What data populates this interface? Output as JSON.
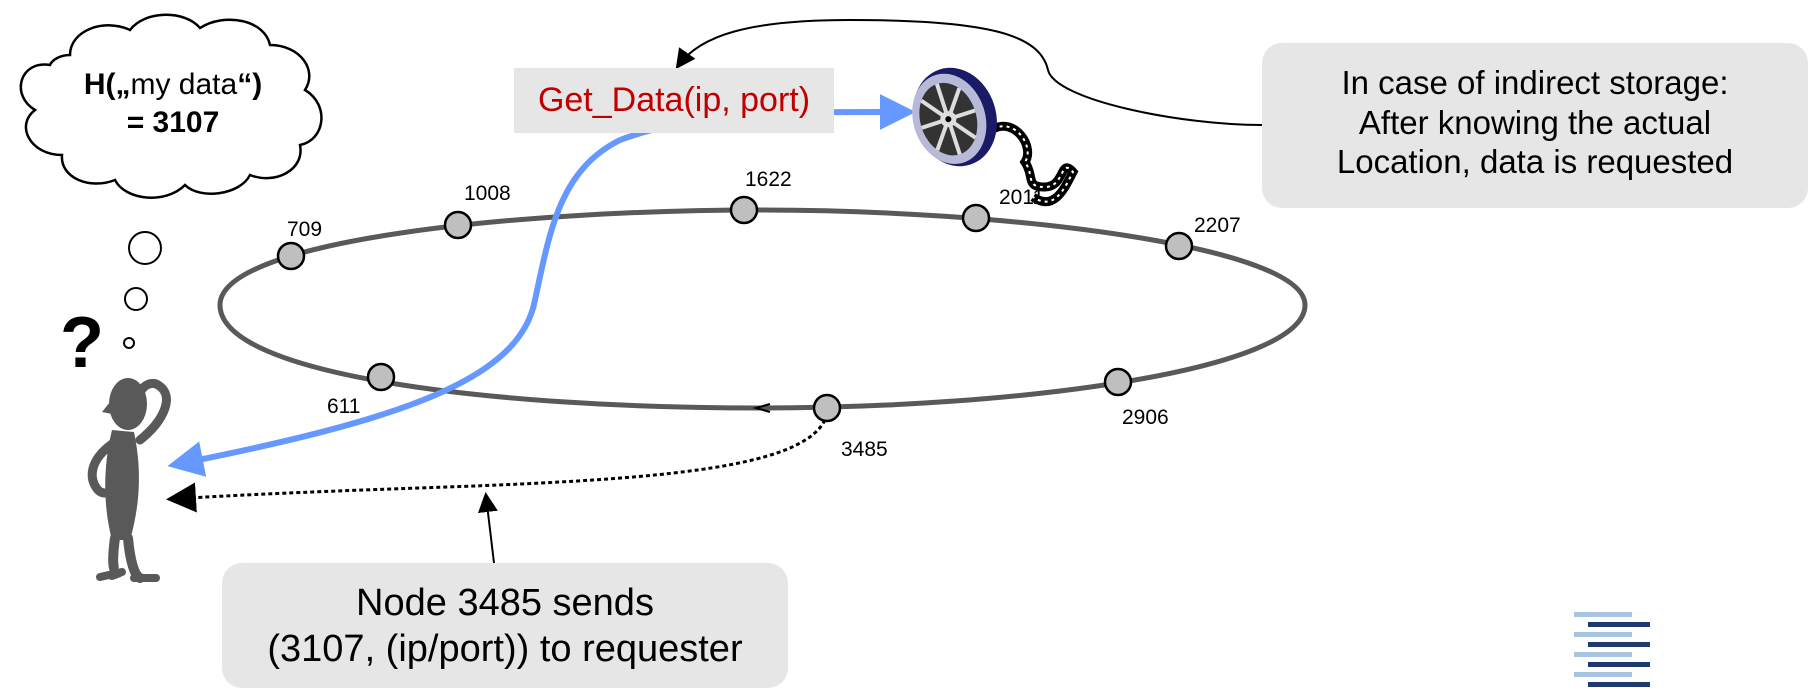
{
  "thought": {
    "hash_prefix": "H(„",
    "hash_arg": "my data",
    "hash_suffix": "“)",
    "result": "= 3107"
  },
  "get_data_label": "Get_Data(ip, port)",
  "callouts": {
    "indirect": [
      "In case of indirect storage:",
      "After knowing the actual",
      "Location, data is requested"
    ],
    "node_sends": [
      "Node 3485 sends",
      "(3107, (ip/port)) to requester"
    ]
  },
  "ring_nodes": [
    {
      "id": "709",
      "label": "709"
    },
    {
      "id": "1008",
      "label": "1008"
    },
    {
      "id": "1622",
      "label": "1622"
    },
    {
      "id": "2011",
      "label": "2011"
    },
    {
      "id": "2207",
      "label": "2207"
    },
    {
      "id": "2906",
      "label": "2906"
    },
    {
      "id": "3485",
      "label": "3485"
    },
    {
      "id": "611",
      "label": "611"
    }
  ],
  "question_mark": "?",
  "colors": {
    "ring": "#595959",
    "node_fill": "#bfbfbf",
    "blue_arrow": "#6699ff",
    "callout_bg": "#e6e6e6",
    "get_data_text": "#c00000",
    "logo_dark": "#1f3a6e",
    "logo_light": "#a9c4e0"
  },
  "icons": {
    "figure": "confused-person-icon",
    "film_reel": "film-reel-icon",
    "logo": "institution-logo-icon"
  }
}
